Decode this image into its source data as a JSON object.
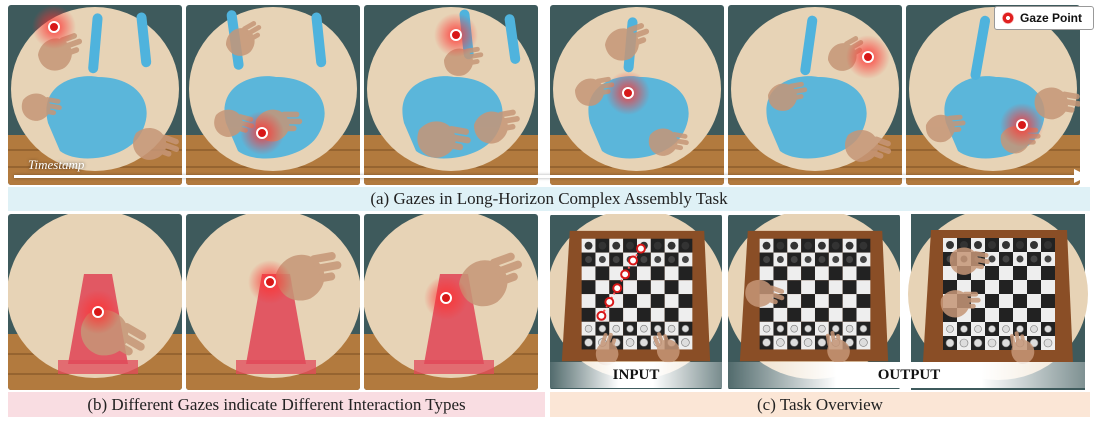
{
  "legend": {
    "label": "Gaze Point",
    "color": "#e02020"
  },
  "timeline": {
    "label": "Timestamp"
  },
  "captions": {
    "a": "(a) Gazes in Long-Horizon Complex Assembly Task",
    "b": "(b) Different Gazes indicate Different Interaction Types",
    "c": "(c) Task Overview"
  },
  "task_overview": {
    "input_label": "INPUT",
    "output_label": "OUTPUT"
  },
  "colors": {
    "caption_a_bg": "#dff1f6",
    "caption_b_bg": "#f9dde2",
    "caption_c_bg": "#fbe6d6",
    "assembly_part": "#4fb3dd",
    "cone": "#e04a5a",
    "chessboard_wood": "#8a4e26"
  }
}
